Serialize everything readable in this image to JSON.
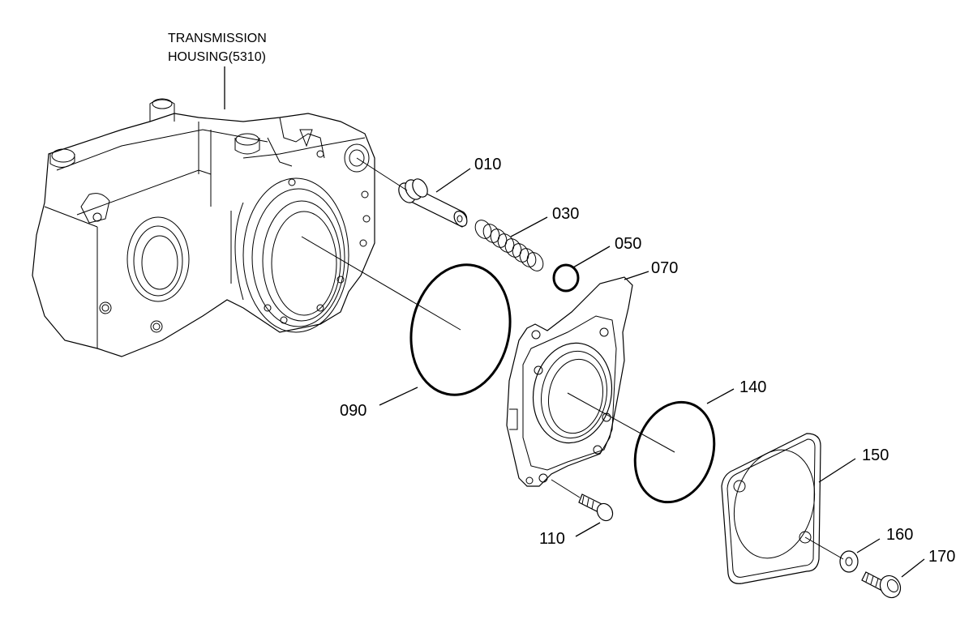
{
  "housing_label": {
    "line1": "TRANSMISSION",
    "line2": "HOUSING(5310)"
  },
  "callouts": {
    "p010": "010",
    "p030": "030",
    "p050": "050",
    "p070": "070",
    "p090": "090",
    "p110": "110",
    "p140": "140",
    "p150": "150",
    "p160": "160",
    "p170": "170"
  },
  "parts": [
    {
      "id": "housing",
      "icon": "transmission-housing"
    },
    {
      "id": "010",
      "icon": "valve-spool"
    },
    {
      "id": "030",
      "icon": "coil-spring"
    },
    {
      "id": "050",
      "icon": "small-o-ring"
    },
    {
      "id": "070",
      "icon": "cover-plate"
    },
    {
      "id": "090",
      "icon": "large-o-ring"
    },
    {
      "id": "110",
      "icon": "bolt"
    },
    {
      "id": "140",
      "icon": "o-ring"
    },
    {
      "id": "150",
      "icon": "gasket-plate"
    },
    {
      "id": "160",
      "icon": "washer"
    },
    {
      "id": "170",
      "icon": "bolt"
    }
  ]
}
